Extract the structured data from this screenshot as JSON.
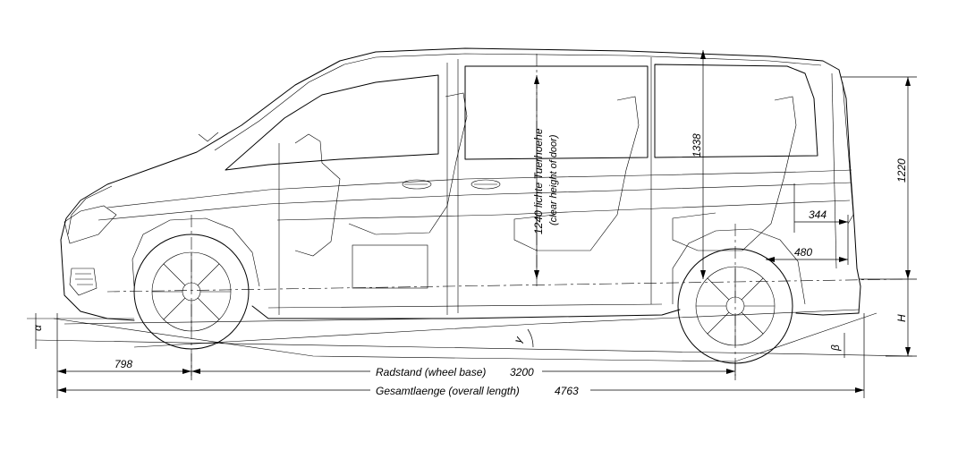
{
  "dimensions": {
    "front_overhang": "798",
    "wheelbase_label": "Radstand (wheel base)",
    "wheelbase_value": "3200",
    "overall_length_label": "Gesamtlaenge (overall length)",
    "overall_length_value": "4763",
    "door_height": "1240 lichte Tuerhoehe",
    "door_height_en": "(clear height of door)",
    "interior_height": "1338",
    "rear_height": "1220",
    "rear_344": "344",
    "rear_480": "480",
    "ground_clearance": "H",
    "angle_front": "α",
    "angle_ramp": "γ",
    "angle_rear": "β"
  }
}
